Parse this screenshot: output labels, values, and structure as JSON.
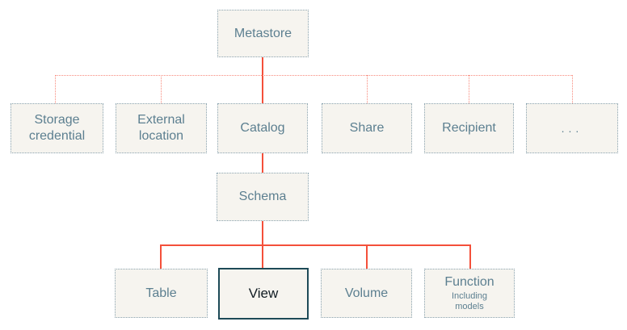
{
  "diagram": {
    "type": "hierarchy-tree",
    "colors": {
      "background": "#ffffff",
      "node_fill": "#f6f4ef",
      "node_border": "#8aa3b0",
      "node_text": "#5c7f90",
      "highlight_border": "#1d4a57",
      "highlight_text": "#101b22",
      "connector_solid": "#f4503a",
      "connector_dotted": "#f8897b"
    },
    "nodes": {
      "metastore": {
        "label": "Metastore"
      },
      "storage_credential": {
        "label": "Storage credential"
      },
      "external_location": {
        "label": "External location"
      },
      "catalog": {
        "label": "Catalog"
      },
      "share": {
        "label": "Share"
      },
      "recipient": {
        "label": "Recipient"
      },
      "more": {
        "label": "..."
      },
      "schema": {
        "label": "Schema"
      },
      "table": {
        "label": "Table"
      },
      "view": {
        "label": "View"
      },
      "volume": {
        "label": "Volume"
      },
      "function": {
        "label": "Function",
        "sublabel": "Including models"
      }
    },
    "edges": [
      {
        "from": "metastore",
        "to": "storage_credential",
        "style": "dotted"
      },
      {
        "from": "metastore",
        "to": "external_location",
        "style": "dotted"
      },
      {
        "from": "metastore",
        "to": "catalog",
        "style": "solid"
      },
      {
        "from": "metastore",
        "to": "share",
        "style": "dotted"
      },
      {
        "from": "metastore",
        "to": "recipient",
        "style": "dotted"
      },
      {
        "from": "metastore",
        "to": "more",
        "style": "dotted"
      },
      {
        "from": "catalog",
        "to": "schema",
        "style": "solid"
      },
      {
        "from": "schema",
        "to": "table",
        "style": "solid"
      },
      {
        "from": "schema",
        "to": "view",
        "style": "solid"
      },
      {
        "from": "schema",
        "to": "volume",
        "style": "solid"
      },
      {
        "from": "schema",
        "to": "function",
        "style": "solid"
      }
    ]
  }
}
